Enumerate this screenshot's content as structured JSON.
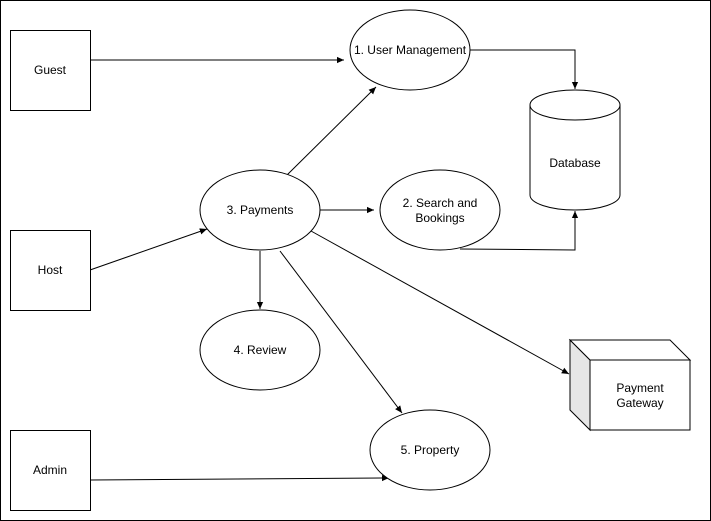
{
  "actors": {
    "guest": "Guest",
    "host": "Host",
    "admin": "Admin"
  },
  "processes": {
    "user_management": "1. User Management",
    "search_bookings_line1": "2. Search and",
    "search_bookings_line2": "Bookings",
    "payments": "3. Payments",
    "review": "4. Review",
    "property": "5. Property"
  },
  "stores": {
    "database": "Database"
  },
  "externals": {
    "payment_gateway_line1": "Payment",
    "payment_gateway_line2": "Gateway"
  }
}
